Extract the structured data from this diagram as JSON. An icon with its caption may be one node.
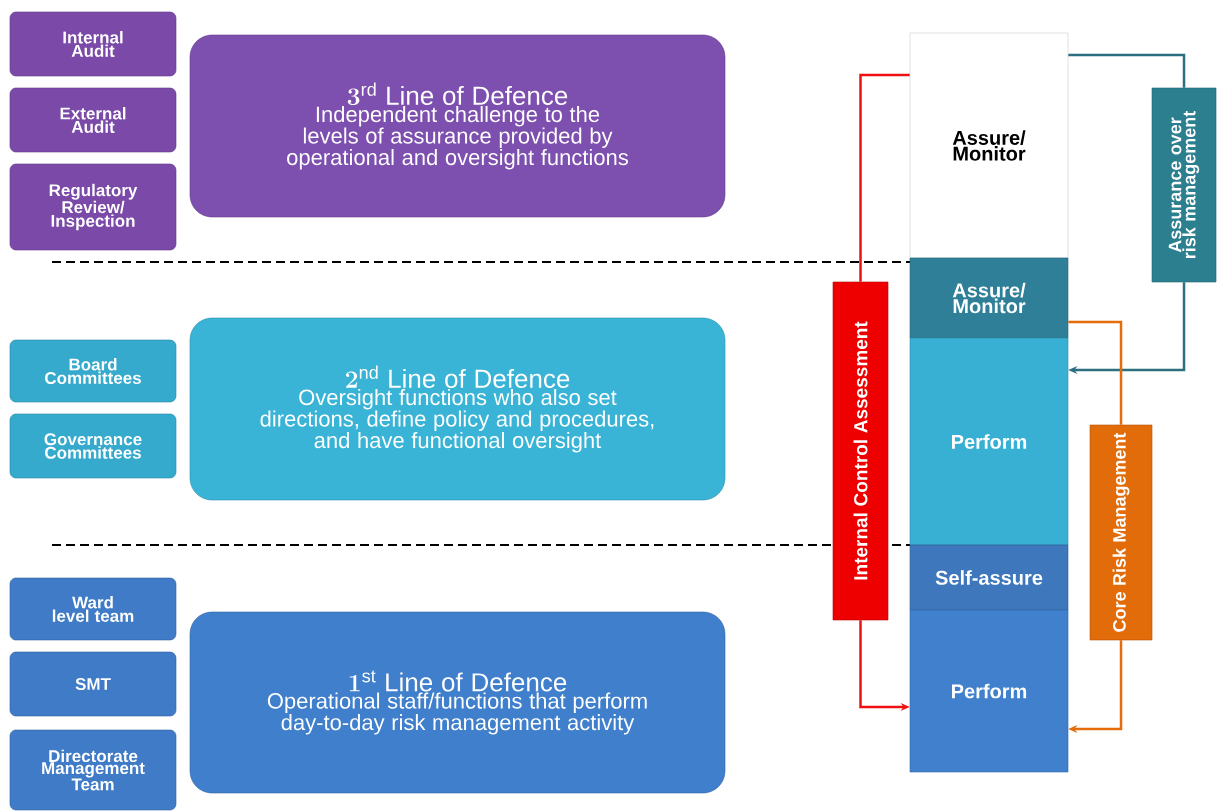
{
  "diagram": {
    "nodes": [
      {
        "text": [
          "Internal Audit"
        ]
      },
      {
        "text": [
          "External Audit"
        ]
      },
      {
        "text": [
          "Regulatory Review/ Inspection"
        ]
      },
      {
        "text": [
          "3^{\\mathrm{rd}}\\ \\mathrm{Line\\ of\\ Defence}",
          "Independent challenge to the levels of assurance provided by operational and oversight functions"
        ]
      },
      {
        "text": [
          "Board Committees"
        ]
      },
      {
        "text": [
          "Governance Committees"
        ]
      },
      {
        "text": [
          "2^{\\mathrm{nd}}\\ \\mathrm{Line\\ of\\ Defence}",
          "Oversight functions who also set directions, define policy and procedures, and have functional oversight"
        ]
      },
      {
        "text": [
          "Ward level team"
        ]
      },
      {
        "text": [
          "SMT"
        ]
      },
      {
        "text": [
          "Directorate Management Team"
        ]
      },
      {
        "text": [
          "1^{\\mathrm{st}}\\ \\mathrm{Line\\ of\\ Defence}",
          "Operational staff/functions that perform day-to-day risk management activity"
        ]
      },
      {
        "text": [
          "Assure/ Monitor"
        ]
      },
      {
        "text": [
          "Assure/ Monitor"
        ]
      },
      {
        "text": [
          "Perform"
        ]
      },
      {
        "text": [
          "Self-assure"
        ]
      },
      {
        "text": [
          "Perform"
        ]
      },
      {
        "text": [
          "Internal Control Assessment"
        ]
      },
      {
        "text": [
          "Assurance over risk management"
        ]
      },
      {
        "text": [
          "Core Risk Management"
        ]
      }
    ],
    "edges": [
      {
        "from": 11,
        "to": 16,
        "arrow": "none",
        "color": "#ee1111"
      },
      {
        "from": 16,
        "to": 15,
        "arrow": "to",
        "color": "#ee1111"
      },
      {
        "from": 11,
        "to": 17,
        "arrow": "none",
        "color": "#2b6f80"
      },
      {
        "from": 17,
        "to": 13,
        "arrow": "to",
        "color": "#2b6f80"
      },
      {
        "from": 12,
        "to": 18,
        "arrow": "none",
        "color": "#e46c0a"
      },
      {
        "from": 18,
        "to": 15,
        "arrow": "to",
        "color": "#e46c0a"
      }
    ]
  }
}
